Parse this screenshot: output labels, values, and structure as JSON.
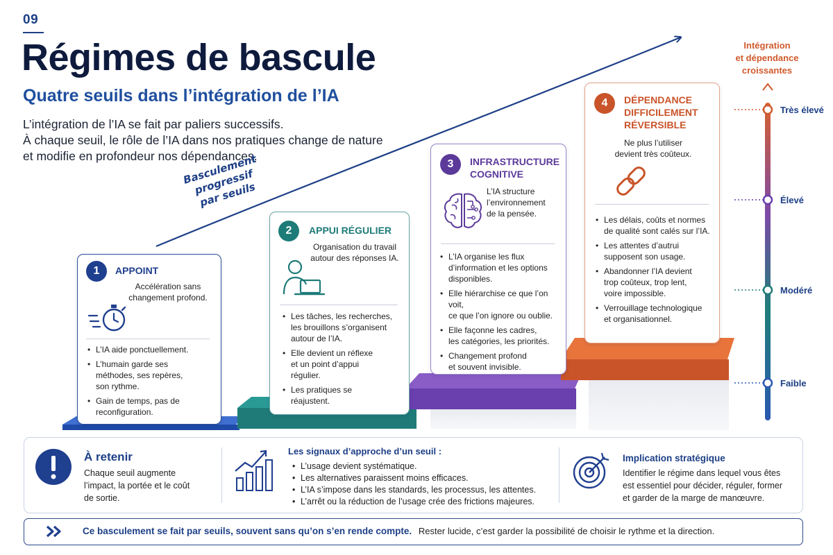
{
  "header": {
    "number": "09",
    "title": "Régimes de bascule",
    "subtitle": "Quatre seuils dans l’intégration de l’IA",
    "intro": [
      "L’intégration de l’IA se fait par paliers successifs.",
      "À chaque seuil, le rôle de l’IA dans nos pratiques change de nature",
      "et modifie en profondeur nos dépendances."
    ]
  },
  "curve_label": [
    "Basculement progressif",
    "par seuils"
  ],
  "scale": {
    "title": [
      "Intégration",
      "et dépendance",
      "croissantes"
    ],
    "levels": [
      "Très élevé",
      "Élevé",
      "Modéré",
      "Faible"
    ]
  },
  "stages": [
    {
      "number": "1",
      "title": [
        "APPOINT"
      ],
      "desc": [
        "Accélération sans",
        "changement profond."
      ],
      "icon": "stopwatch-icon",
      "color": "#1f3f8f",
      "bullets": [
        [
          "L’IA aide ponctuellement."
        ],
        [
          "L’humain garde ses",
          "méthodes, ses repères,",
          "son rythme."
        ],
        [
          "Gain de temps, pas de",
          "reconfiguration."
        ]
      ]
    },
    {
      "number": "2",
      "title": [
        "APPUI RÉGULIER"
      ],
      "desc": [
        "Organisation du travail",
        "autour des réponses IA."
      ],
      "icon": "person-laptop-icon",
      "color": "#1d7b78",
      "bullets": [
        [
          "Les tâches, les recherches,",
          "les brouillons s’organisent",
          "autour de l’IA."
        ],
        [
          "Elle devient un réflexe",
          "et un point d’appui",
          "régulier."
        ],
        [
          "Les pratiques se",
          "réajustent."
        ]
      ]
    },
    {
      "number": "3",
      "title": [
        "INFRASTRUCTURE",
        "COGNITIVE"
      ],
      "desc": [
        "L’IA structure",
        "l’environnement",
        "de la pensée."
      ],
      "icon": "brain-circuit-icon",
      "color": "#5b3a9a",
      "bullets": [
        [
          "L’IA organise les flux",
          "d’information et les options",
          "disponibles."
        ],
        [
          "Elle hiérarchise ce que l’on voit,",
          "ce que l’on ignore ou oublie."
        ],
        [
          "Elle façonne les cadres,",
          "les catégories, les priorités."
        ],
        [
          "Changement profond",
          "et souvent invisible."
        ]
      ]
    },
    {
      "number": "4",
      "title": [
        "DÉPENDANCE",
        "DIFFICILEMENT",
        "RÉVERSIBLE"
      ],
      "desc": [
        "Ne plus l’utiliser",
        "devient très coûteux."
      ],
      "icon": "chain-link-icon",
      "color": "#c9542a",
      "bullets": [
        [
          "Les délais, coûts et normes",
          "de qualité sont calés sur l’IA."
        ],
        [
          "Les attentes d’autrui",
          "supposent son usage."
        ],
        [
          "Abandonner l’IA devient",
          "trop coûteux, trop lent,",
          "voire impossible."
        ],
        [
          "Verrouillage technologique",
          "et organisationnel."
        ]
      ]
    }
  ],
  "bottom": {
    "retain": {
      "icon": "exclamation-icon",
      "title": "À retenir",
      "text": [
        "Chaque seuil augmente",
        "l’impact, la portée et le coût",
        "de sortie."
      ]
    },
    "signals": {
      "icon": "growth-chart-icon",
      "title": "Les signaux d’approche d’un seuil :",
      "items": [
        "L’usage devient systématique.",
        "Les alternatives paraissent moins efficaces.",
        "L’IA s’impose dans les standards, les processus, les attentes.",
        "L’arrêt ou la réduction de l’usage crée des frictions majeures."
      ]
    },
    "strategy": {
      "icon": "target-icon",
      "title": "Implication stratégique",
      "text": [
        "Identifier le régime dans lequel vous êtes",
        "est essentiel pour décider, réguler, former",
        "et garder de la marge de manœuvre."
      ]
    }
  },
  "footer": {
    "icon": "double-chevron-icon",
    "bold": "Ce basculement se fait par seuils, souvent sans qu’on s’en rende compte.",
    "normal": "Rester lucide, c’est garder la possibilité de choisir le rythme et la direction."
  },
  "colors": {
    "navy": "#0e1b3d",
    "blue": "#1d3f86",
    "teal": "#1d7b78",
    "purple": "#5b3a9a",
    "orange": "#c9542a"
  }
}
